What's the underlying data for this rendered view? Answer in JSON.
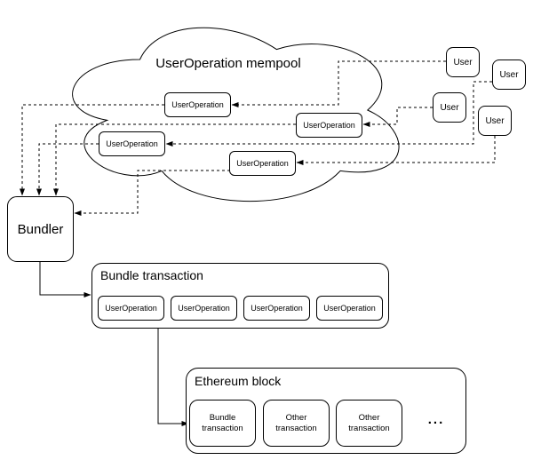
{
  "cloud": {
    "title": "UserOperation mempool",
    "operations": [
      "UserOperation",
      "UserOperation",
      "UserOperation",
      "UserOperation"
    ]
  },
  "users": [
    "User",
    "User",
    "User",
    "User"
  ],
  "bundler": {
    "label": "Bundler"
  },
  "bundle_transaction": {
    "title": "Bundle transaction",
    "operations": [
      "UserOperation",
      "UserOperation",
      "UserOperation",
      "UserOperation"
    ]
  },
  "ethereum_block": {
    "title": "Ethereum block",
    "transactions": [
      "Bundle transaction",
      "Other transaction",
      "Other transaction"
    ],
    "more": "..."
  },
  "colors": {
    "stroke": "#000000",
    "background": "#ffffff"
  }
}
